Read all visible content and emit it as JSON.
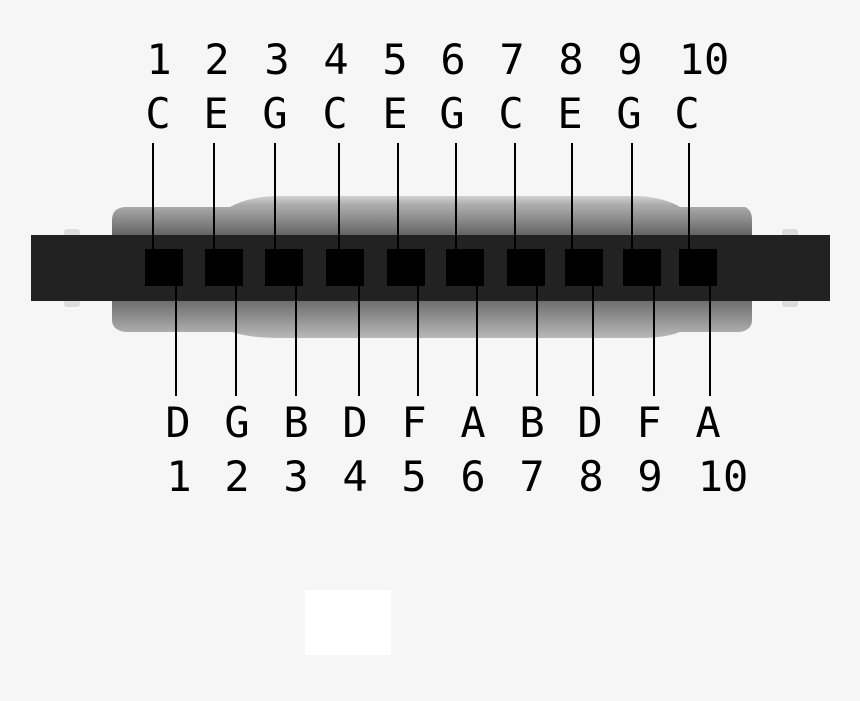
{
  "blow": {
    "holes": [
      "1",
      "2",
      "3",
      "4",
      "5",
      "6",
      "7",
      "8",
      "9",
      "10"
    ],
    "notes": [
      "C",
      "E",
      "G",
      "C",
      "E",
      "G",
      "C",
      "E",
      "G",
      "C"
    ]
  },
  "draw": {
    "notes": [
      "D",
      "G",
      "B",
      "D",
      "F",
      "A",
      "B",
      "D",
      "F",
      "A"
    ],
    "holes": [
      "1",
      "2",
      "3",
      "4",
      "5",
      "6",
      "7",
      "8",
      "9",
      "10"
    ]
  },
  "colors": {
    "background": "#f6f6f6",
    "harmonica_body": "#222222",
    "cover_plate": "#7a7a7a",
    "hole": "#000000",
    "text": "#000000"
  }
}
